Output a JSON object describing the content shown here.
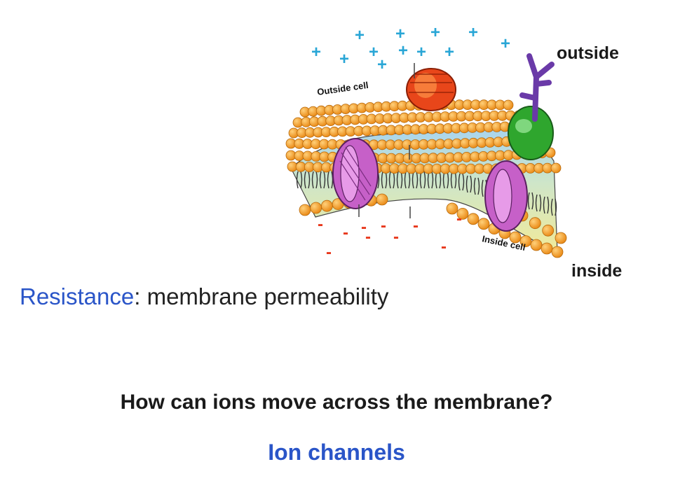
{
  "diagram": {
    "outside_label": "outside",
    "inside_label": "inside",
    "outside_cell_label": "Outside cell",
    "inside_cell_label": "Inside cell",
    "positive_charge_symbol": "+",
    "negative_charge_symbol": "-",
    "positive_charge_count": 12,
    "negative_charge_count": 10,
    "colors": {
      "positive_charge": "#29a6d6",
      "negative_charge": "#e8381c",
      "phospholipid_head": "#f39a2a",
      "channel_protein": "#c660c8",
      "pump_protein": "#e8461a",
      "glycoprotein": "#2fa62e",
      "glycan_chain": "#6a3aa8"
    }
  },
  "text": {
    "resistance_term": "Resistance",
    "resistance_rest": ": membrane permeability",
    "question": "How can ions move across the membrane?",
    "answer": "Ion channels"
  }
}
